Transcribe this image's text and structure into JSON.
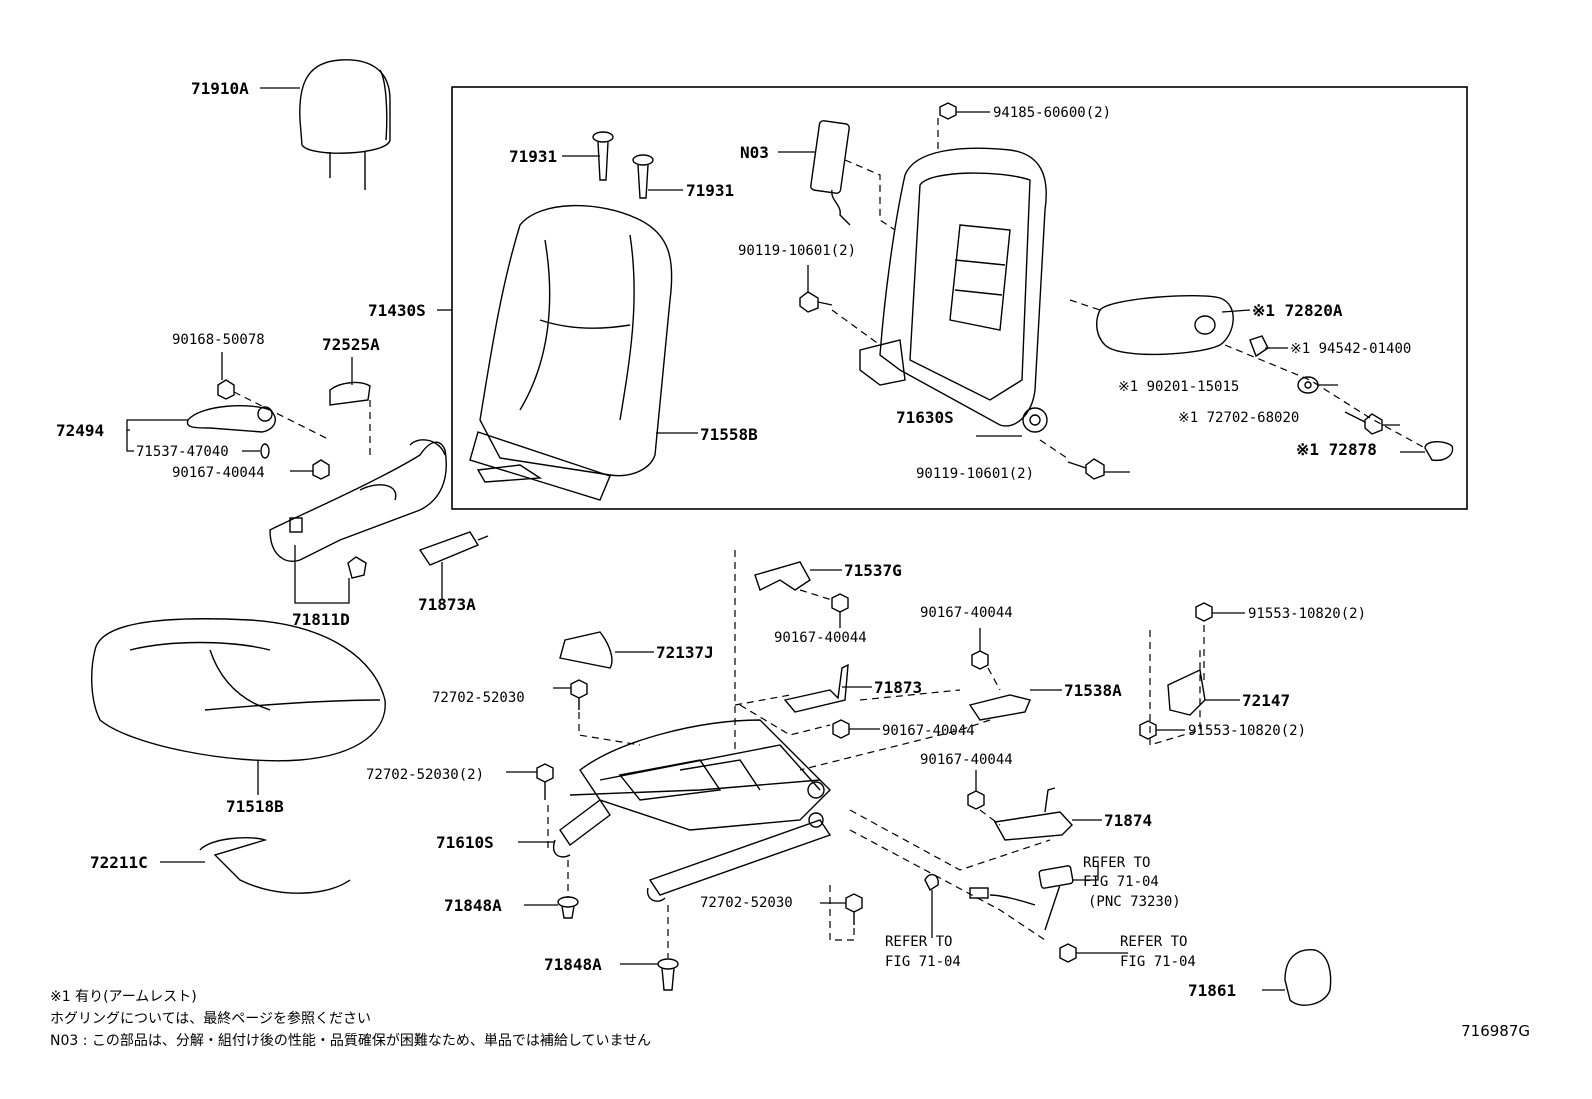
{
  "labels": {
    "p71910A": "71910A",
    "p71931a": "71931",
    "p71931b": "71931",
    "pN03": "N03",
    "p94185": "94185-60600(2)",
    "p90119a": "90119-10601(2)",
    "p71430S": "71430S",
    "p72820A": "※1 72820A",
    "p94542": "※1 94542-01400",
    "p90201": "※1 90201-15015",
    "p72702_68020": "※1 72702-68020",
    "p72878": "※1 72878",
    "p71630S": "71630S",
    "p90119b": "90119-10601(2)",
    "p71558B": "71558B",
    "p90168": "90168-50078",
    "p72525A": "72525A",
    "p72494": "72494",
    "p71537_47040": "71537-47040",
    "p90167a": "90167-40044",
    "p71811D": "71811D",
    "p71873A": "71873A",
    "p71537G": "71537G",
    "p90167b": "90167-40044",
    "p72137J": "72137J",
    "p72702_52030a": "72702-52030",
    "p71873": "71873",
    "p90167c": "90167-40044",
    "p90167d": "90167-40044",
    "p71538A": "71538A",
    "p91553a": "91553-10820(2)",
    "p72147": "72147",
    "p91553b": "91553-10820(2)",
    "p72702_52030b": "72702-52030(2)",
    "p90167e": "90167-40044",
    "p71874": "71874",
    "p71610S": "71610S",
    "p71518B": "71518B",
    "p72211C": "72211C",
    "p71848A_a": "71848A",
    "p71848A_b": "71848A",
    "p72702_52030c": "72702-52030",
    "refer1_a": "REFER TO",
    "refer1_b": "FIG 71-04",
    "refer1_c": "(PNC 73230)",
    "refer2_a": "REFER TO",
    "refer2_b": "FIG 71-04",
    "refer3_a": "REFER TO",
    "refer3_b": "FIG 71-04",
    "p71861": "71861"
  },
  "notes": [
    "※1 有り(アームレスト)",
    "ホグリングについては、最終ページを参照ください",
    "N03 : この部品は、分解・組付け後の性能・品質確保が困難なため、単品では補給していません"
  ],
  "diagram_code": "716987G"
}
